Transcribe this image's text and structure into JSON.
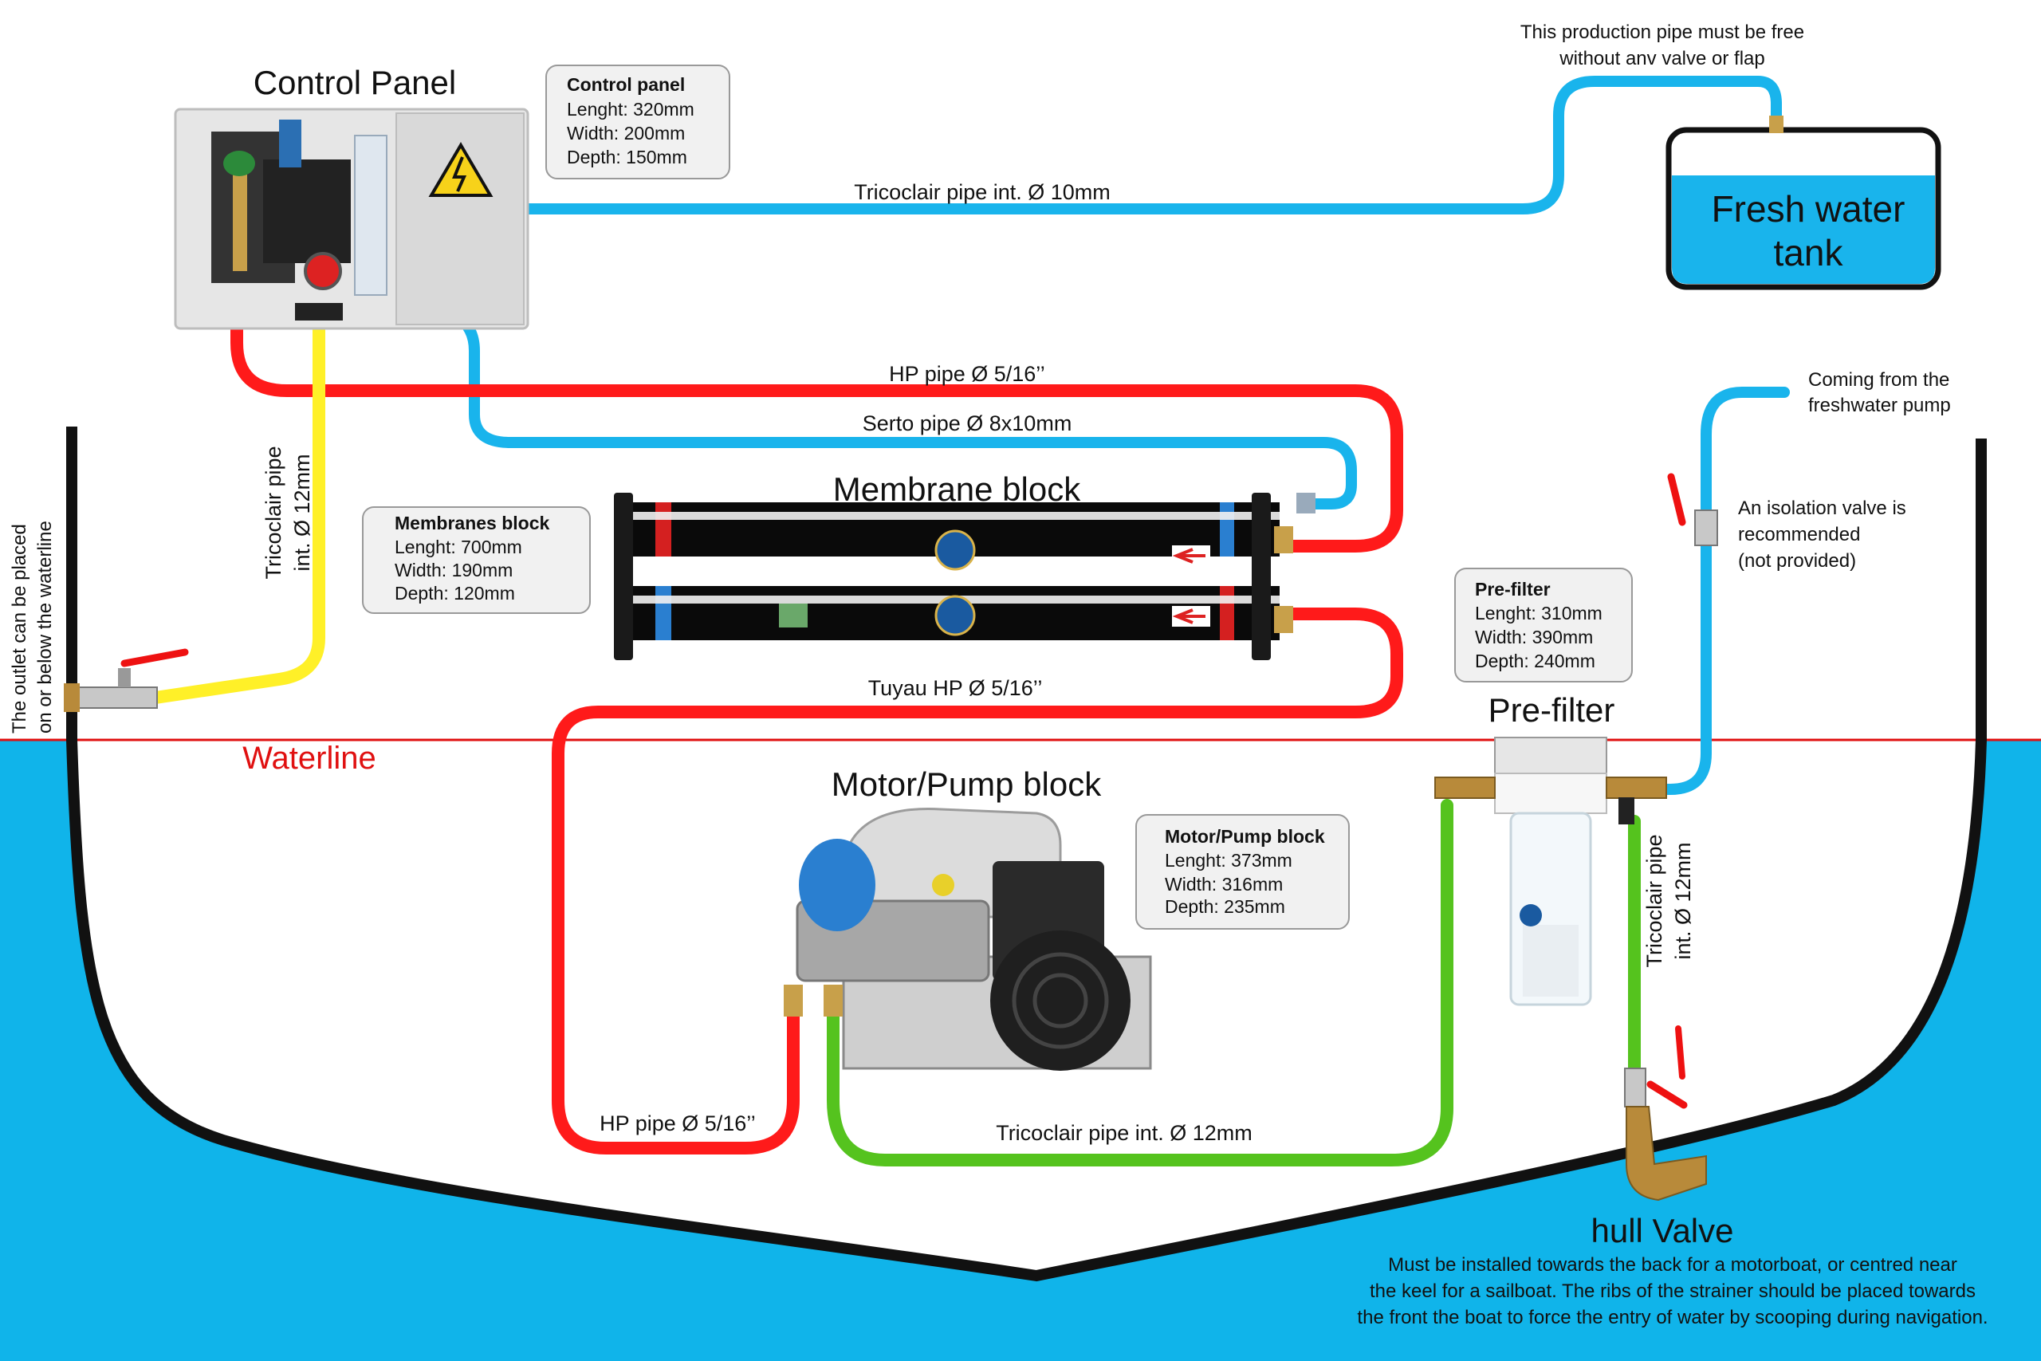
{
  "titles": {
    "control_panel": "Control Panel",
    "membrane_block": "Membrane block",
    "motor_pump_block": "Motor/Pump block",
    "pre_filter": "Pre-filter",
    "hull_valve": "hull Valve"
  },
  "tank": {
    "line1": "Fresh water",
    "line2": "tank"
  },
  "spec_boxes": {
    "control_panel": {
      "title": "Control panel",
      "length": "Lenght: 320mm",
      "width": "Width: 200mm",
      "depth": "Depth: 150mm"
    },
    "membranes": {
      "title": "Membranes block",
      "length": "Lenght: 700mm",
      "width": "Width: 190mm",
      "depth": "Depth: 120mm"
    },
    "pre_filter": {
      "title": "Pre-filter",
      "length": "Lenght: 310mm",
      "width": "Width: 390mm",
      "depth": "Depth: 240mm"
    },
    "motor_pump": {
      "title": "Motor/Pump block",
      "length": "Lenght: 373mm",
      "width": "Width: 316mm",
      "depth": "Depth: 235mm"
    }
  },
  "pipe_labels": {
    "production_top": "Tricoclair pipe int. Ø 10mm",
    "hp_top": "HP pipe Ø 5/16’’",
    "serto": "Serto pipe Ø 8x10mm",
    "tuyau_hp": "Tuyau HP Ø 5/16’’",
    "hp_bottom": "HP pipe Ø 5/16’’",
    "tricoclair_bottom": "Tricoclair pipe int. Ø 12mm",
    "tricoclair_left_1": "Tricoclair pipe",
    "tricoclair_left_2": "int. Ø 12mm",
    "tricoclair_right_1": "Tricoclair pipe",
    "tricoclair_right_2": "int. Ø 12mm"
  },
  "notes": {
    "production_1": "This production pipe must be free",
    "production_2": "without anv valve or flap",
    "freshwater_1": "Coming from the",
    "freshwater_2": "freshwater pump",
    "isolation_1": "An isolation valve is",
    "isolation_2": "recommended",
    "isolation_3": "(not provided)",
    "outlet_1": "The outlet can be placed",
    "outlet_2": "on or below the waterline",
    "waterline": "Waterline",
    "hull_1": "Must be installed towards the back for a motorboat, or centred near",
    "hull_2": "the keel for a sailboat. The ribs of the strainer should be placed towards",
    "hull_3": "the front the boat to force the entry of water by scooping during navigation."
  },
  "colors": {
    "water": "#10b4ea",
    "hp_pipe": "#ff1a1a",
    "production_pipe": "#19b4ec",
    "reject_pipe": "#fff028",
    "feed_pipe": "#55c31e",
    "hull": "#111111",
    "waterline": "#e01010"
  }
}
